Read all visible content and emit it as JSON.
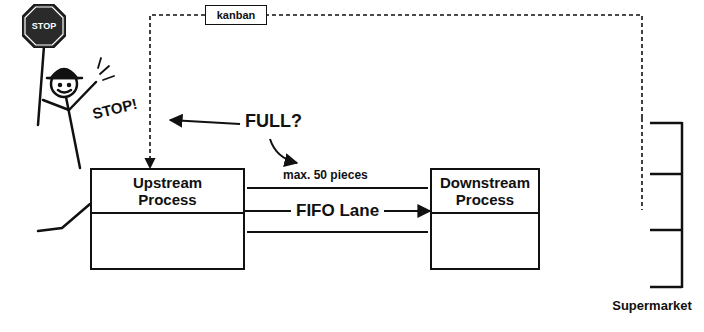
{
  "diagram": {
    "nodes": [
      {
        "text": [
          "STOP"
        ]
      },
      {
        "text": [
          "kanban"
        ]
      },
      {
        "text": [
          "Upstream Process"
        ]
      },
      {
        "text": [
          "Downstream Process"
        ]
      },
      {
        "text": [
          "Supermarket"
        ]
      }
    ],
    "edges": [
      {
        "from": 1,
        "to": 2,
        "arrow": "to"
      },
      {
        "from": 4,
        "to": 1,
        "arrow": "none"
      },
      {
        "from": 2,
        "to": 3,
        "label": "FIFO Lane",
        "arrow": "to"
      }
    ],
    "labels": [
      "STOP!",
      "FULL?",
      "max. 50 pieces"
    ]
  }
}
